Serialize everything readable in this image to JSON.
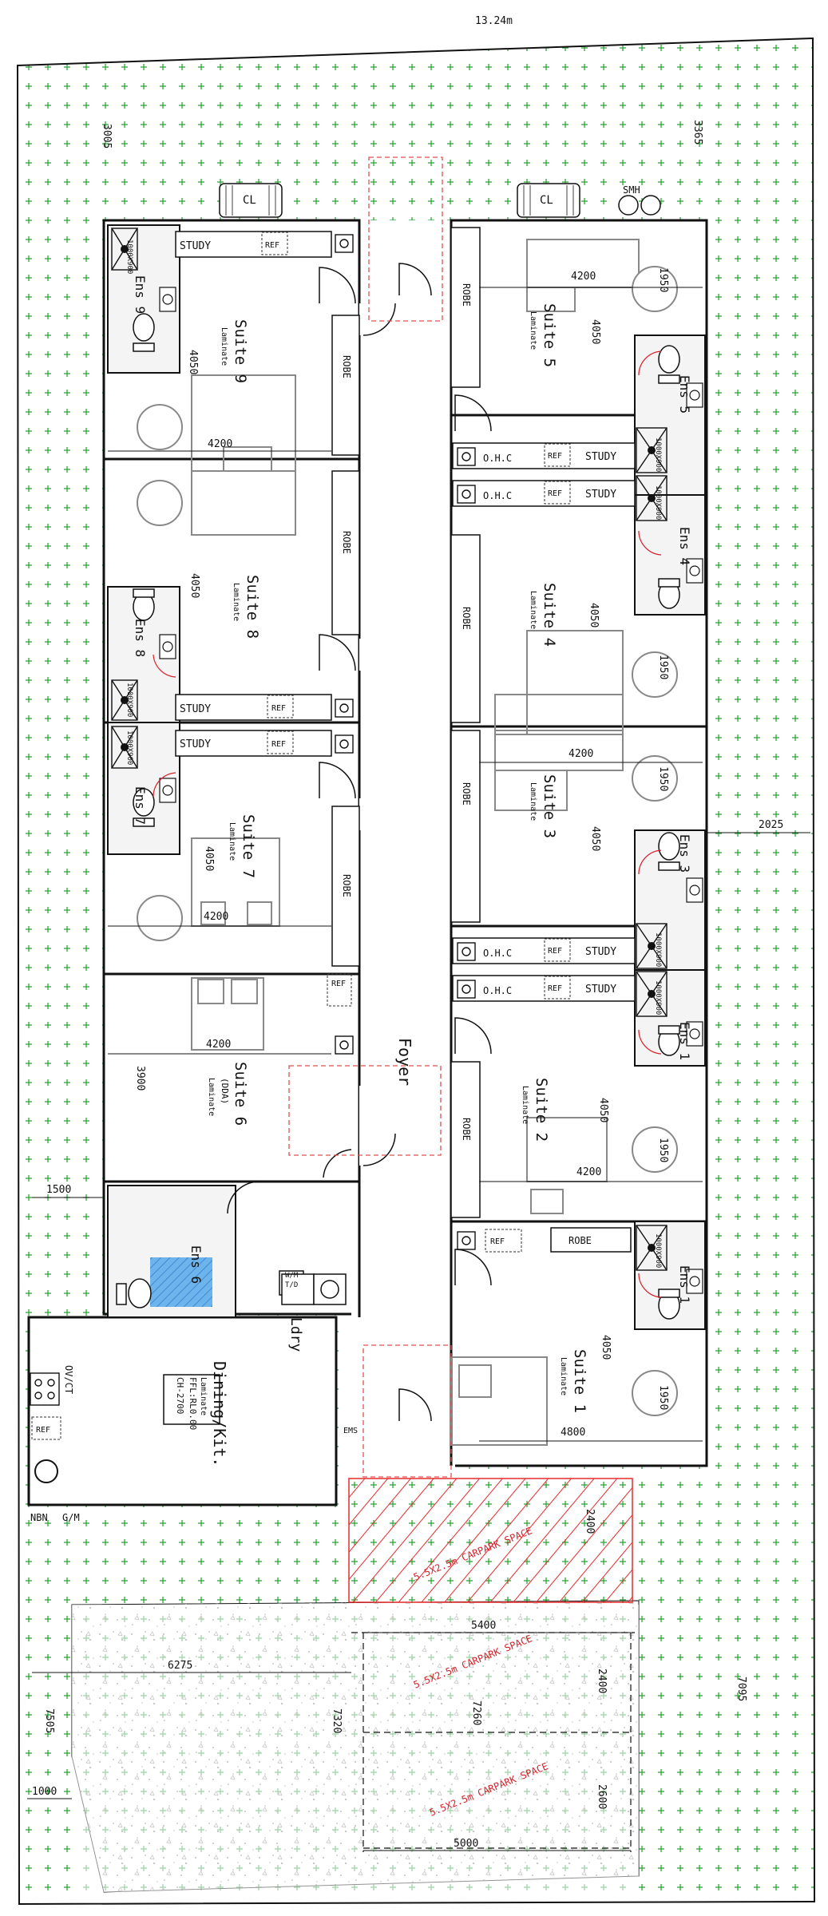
{
  "colors": {
    "wall": "#111111",
    "grass_cross": "#2fa53a",
    "hatch": "#e52b2b",
    "dashed_red": "#e05050",
    "blue_fill": "#3a8fd8",
    "gravel": "#bbbbbb",
    "fixture": "#555555"
  },
  "icons": [
    "cl-tank-icon",
    "smh-icon",
    "door-swing-icon",
    "bed-icon",
    "dining-table-icon",
    "toilet-icon",
    "shower-icon",
    "oven-icon",
    "sink-icon"
  ],
  "top_dims": [
    "13.24m",
    "3005",
    "3365",
    "1500",
    "1000",
    "2025"
  ],
  "site_labels": {
    "cl": "CL",
    "smh": "SMH",
    "nbn": "NBN",
    "gm": "G/M",
    "ems": "EMS",
    "foyer": "Foyer",
    "ldry": "Ldry"
  },
  "rooms": {
    "suite9": {
      "name": "Suite 9",
      "floor": "Laminate",
      "ens": "Ens 9",
      "study": "STUDY",
      "ref": "REF",
      "robe": "ROBE",
      "dim_w": "4200",
      "dim_h": "4050",
      "shower": "1000X900"
    },
    "suite8": {
      "name": "Suite 8",
      "floor": "Laminate",
      "ens": "Ens 8",
      "study": "STUDY",
      "ref": "REF",
      "robe": "ROBE",
      "dim_h": "4050",
      "shower": "1000X900"
    },
    "suite7": {
      "name": "Suite 7",
      "floor": "Laminate",
      "ens": "Ens 7",
      "study": "STUDY",
      "ref": "REF",
      "robe": "ROBE",
      "dim_w": "4200",
      "dim_h": "4050",
      "shower": "1000X900"
    },
    "suite6": {
      "name": "Suite 6",
      "sub": "(DDA)",
      "floor": "Laminate",
      "ens": "Ens 6",
      "ref": "REF",
      "dim_w": "4200",
      "dim_h": "3900"
    },
    "suite5": {
      "name": "Suite 5",
      "floor": "Laminate",
      "ens": "Ens 5",
      "study": "STUDY",
      "ohc": "O.H.C",
      "ref": "REF",
      "robe": "ROBE",
      "dim_w": "4200",
      "dim_h": "4050",
      "dim_table": "1950",
      "shower": "1000X900"
    },
    "suite4": {
      "name": "Suite 4",
      "floor": "Laminate",
      "ens": "Ens 4",
      "study": "STUDY",
      "ohc": "O.H.C",
      "ref": "REF",
      "robe": "ROBE",
      "dim_h": "4050",
      "dim_table": "1950",
      "shower": "1000X900"
    },
    "suite3": {
      "name": "Suite 3",
      "floor": "Laminate",
      "ens": "Ens 3",
      "study": "STUDY",
      "ohc": "O.H.C",
      "ref": "REF",
      "robe": "ROBE",
      "dim_w": "4200",
      "dim_h": "4050",
      "dim_table": "1950",
      "shower": "1000X900"
    },
    "suite2": {
      "name": "Suite 2",
      "floor": "Laminate",
      "ens": "Ens 1",
      "study": "STUDY",
      "ohc": "O.H.C",
      "ref": "REF",
      "robe": "ROBE",
      "dim_w": "4200",
      "dim_h": "4050",
      "dim_table": "1950",
      "shower": "1000X900"
    },
    "suite1": {
      "name": "Suite 1",
      "floor": "Laminate",
      "ens": "Ens 1",
      "ref": "REF",
      "robe": "ROBE",
      "dim_w": "4800",
      "dim_h": "4050",
      "dim_table": "1950",
      "shower": "1000X900"
    },
    "dining": {
      "name": "Dining/Kit.",
      "floor": "Laminate",
      "ffl": "FFL:RL0.00",
      "ch": "CH-2700",
      "ov": "OV/CT",
      "ref": "REF"
    },
    "laundry": {
      "wm": "W/M",
      "td": "T/D"
    }
  },
  "parking": {
    "label": "5.5X2.5m CARPARK SPACE",
    "dims": [
      "5400",
      "2400",
      "2400",
      "2600",
      "5000",
      "7260",
      "6275",
      "7505",
      "7320",
      "7095"
    ]
  }
}
